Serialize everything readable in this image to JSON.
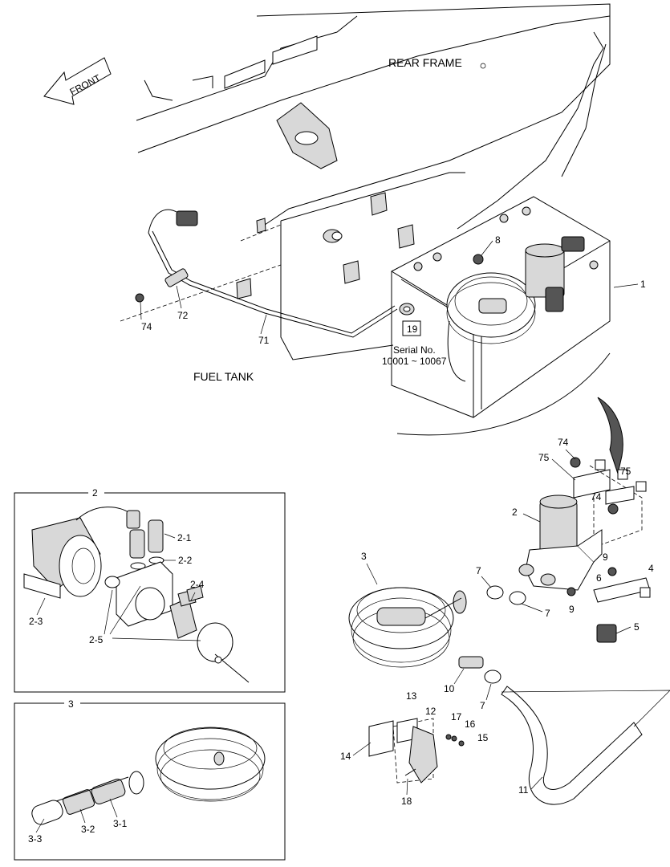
{
  "labels": {
    "rear_frame": "REAR FRAME",
    "fuel_tank": "FUEL TANK",
    "front": "FRONT",
    "serial_line1": "Serial No.",
    "serial_line2": "10001 ~ 10067",
    "boxed_19": "19"
  },
  "callouts": {
    "c1": "1",
    "c2": "2",
    "c3": "3",
    "c4": "4",
    "c5": "5",
    "c6": "6",
    "c7a": "7",
    "c7b": "7",
    "c7c": "7",
    "c8": "8",
    "c9a": "9",
    "c9b": "9",
    "c10": "10",
    "c11": "11",
    "c12": "12",
    "c13": "13",
    "c14": "14",
    "c15": "15",
    "c16": "16",
    "c17": "17",
    "c18": "18",
    "c71": "71",
    "c72": "72",
    "c74a": "74",
    "c74b": "74",
    "c74c": "74",
    "c75a": "75",
    "c75b": "75"
  },
  "inset2": {
    "title": "2",
    "c2_1": "2-1",
    "c2_2": "2-2",
    "c2_3": "2-3",
    "c2_4": "2-4",
    "c2_5": "2-5"
  },
  "inset3": {
    "title": "3",
    "c3_1": "3-1",
    "c3_2": "3-2",
    "c3_3": "3-3"
  }
}
